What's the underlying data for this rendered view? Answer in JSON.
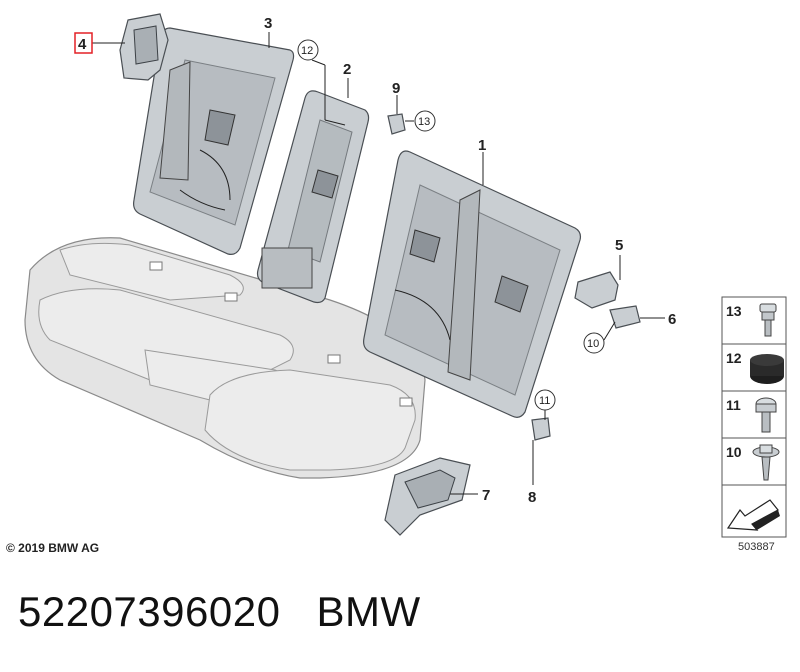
{
  "callouts": [
    {
      "num": "1"
    },
    {
      "num": "2"
    },
    {
      "num": "3"
    },
    {
      "num": "4"
    },
    {
      "num": "5"
    },
    {
      "num": "6"
    },
    {
      "num": "7"
    },
    {
      "num": "8"
    },
    {
      "num": "9"
    },
    {
      "num": "10"
    },
    {
      "num": "11"
    },
    {
      "num": "12"
    },
    {
      "num": "13"
    }
  ],
  "legend": [
    {
      "num": "13",
      "icon": "screw-collar-icon"
    },
    {
      "num": "12",
      "icon": "cap-icon"
    },
    {
      "num": "11",
      "icon": "torx-bolt-icon"
    },
    {
      "num": "10",
      "icon": "flange-screw-icon"
    },
    {
      "num": "",
      "icon": "direction-arrow-icon"
    }
  ],
  "copyright": "© 2019 BMW AG",
  "image_id": "503887",
  "part_number": "52207396020",
  "brand": "BMW",
  "colors": {
    "highlight": "#e32026",
    "metal": "#c9ced2",
    "cushion": "#e4e4e4"
  }
}
